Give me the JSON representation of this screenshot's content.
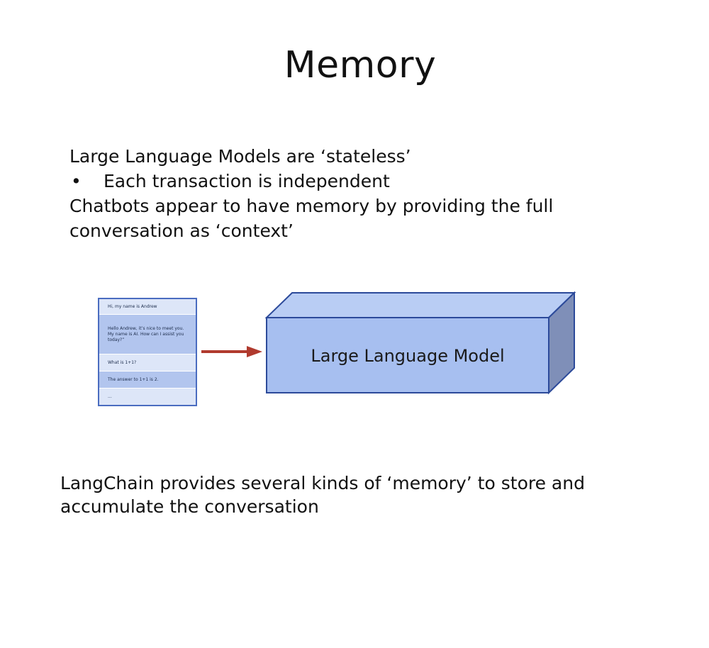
{
  "slide": {
    "title": "Memory",
    "points": {
      "p1": "Large Language Models are ‘stateless’",
      "p1_bullet": "•",
      "p1_sub": "Each transaction is independent",
      "p2_line1": "Chatbots appear to have memory by providing the full",
      "p2_line2": "conversation as ‘context’"
    },
    "footer_line1": "LangChain provides several kinds of ‘memory’ to store and",
    "footer_line2": "accumulate the conversation"
  },
  "diagram": {
    "conversation": [
      "Hi, my name is Andrew",
      "Hello Andrew, it’s nice to meet you. My name is AI. How can I assist you today?”",
      "What is 1+1?",
      "The answer to 1+1 is 2.",
      "..."
    ],
    "model_label": "Large Language Model",
    "colors": {
      "box_fill": "#a7bff0",
      "box_top": "#b9cdf4",
      "box_side": "#7f8fb8",
      "box_stroke": "#2c4a9a",
      "arrow": "#b03a2e"
    }
  }
}
